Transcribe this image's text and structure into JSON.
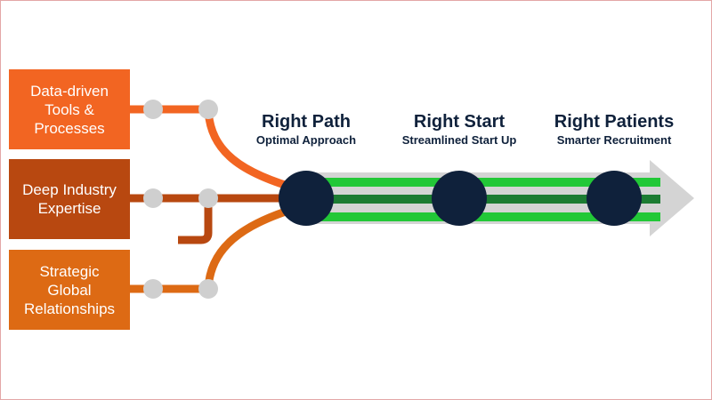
{
  "inputs": [
    {
      "label": "Data-driven\nTools &\nProcesses",
      "color": "#f26522"
    },
    {
      "label": "Deep Industry\nExpertise",
      "color": "#b84810"
    },
    {
      "label": "Strategic\nGlobal\nRelationships",
      "color": "#dd6a14"
    }
  ],
  "stages": [
    {
      "title": "Right Path",
      "subtitle": "Optimal Approach"
    },
    {
      "title": "Right Start",
      "subtitle": "Streamlined Start Up"
    },
    {
      "title": "Right Patients",
      "subtitle": "Smarter Recruitment"
    }
  ],
  "colors": {
    "arrow": "#d4d4d4",
    "stripe_light": "#22c837",
    "stripe_dark": "#1c7c32",
    "node": "#0f213b",
    "connector_dot": "#cfcfcf",
    "text_dark": "#0f213b"
  }
}
